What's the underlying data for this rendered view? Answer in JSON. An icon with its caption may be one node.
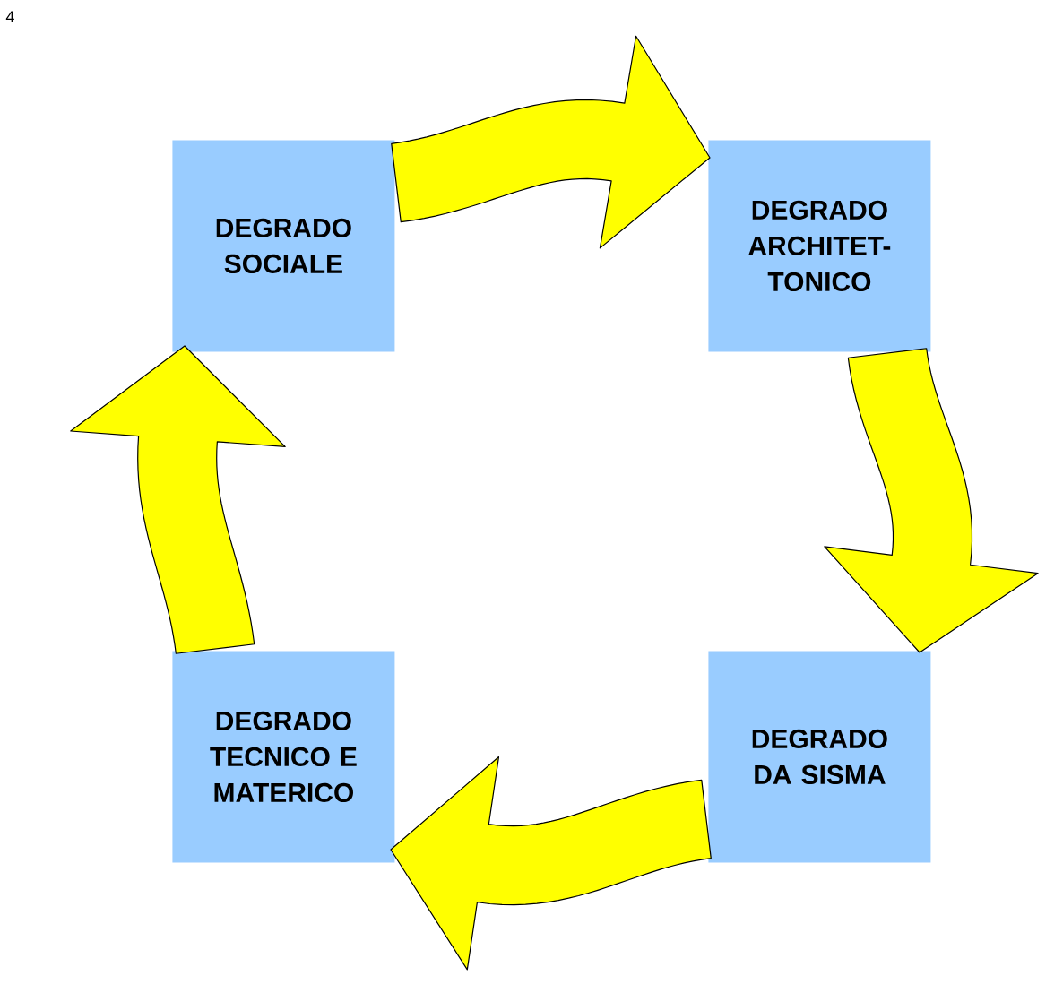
{
  "diagram": {
    "nodes": [
      {
        "text": [
          "DEGRADO SOCIALE"
        ]
      },
      {
        "text": [
          "DEGRADO ARCHITET- TONICO"
        ]
      },
      {
        "text": [
          "DEGRADO DA SISMA"
        ]
      },
      {
        "text": [
          "DEGRADO TECNICO E MATERICO"
        ]
      }
    ],
    "edges": [
      {
        "from": 0,
        "to": 1,
        "arrow": "to"
      },
      {
        "from": 1,
        "to": 2,
        "arrow": "to"
      },
      {
        "from": 2,
        "to": 3,
        "arrow": "to"
      },
      {
        "from": 3,
        "to": 0,
        "arrow": "to"
      }
    ],
    "labels": [
      "4"
    ]
  }
}
